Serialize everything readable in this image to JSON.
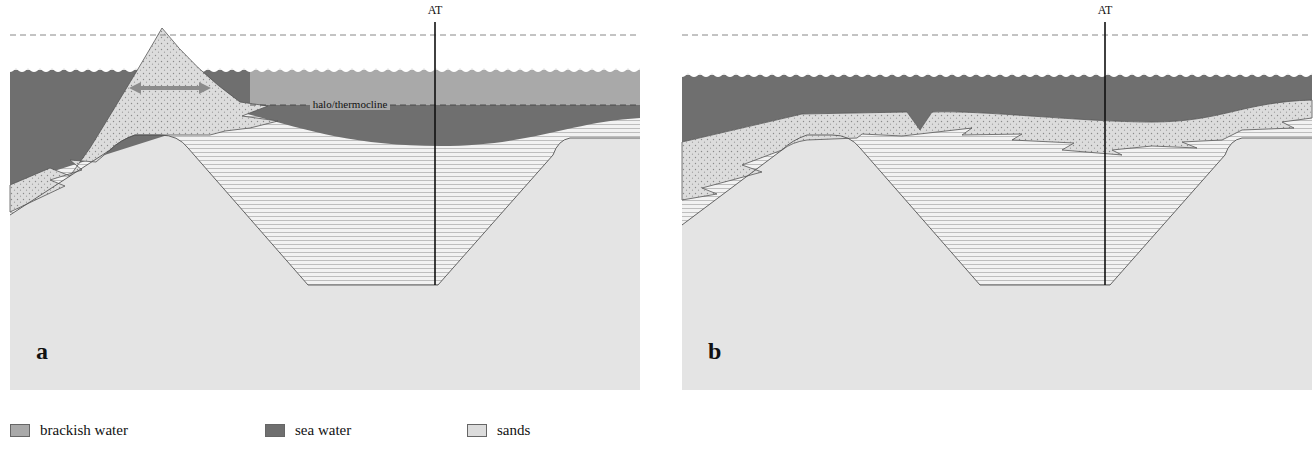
{
  "diagram": {
    "labels": [
      "AT",
      "halo/thermocline",
      "a",
      "AT",
      "b"
    ],
    "legend": [
      {
        "text": "brackish water",
        "color": "#a9a9a9"
      },
      {
        "text": "sea water",
        "color": "#6f6f6f"
      },
      {
        "text": "sands",
        "color": "#dcdcdc"
      }
    ]
  }
}
